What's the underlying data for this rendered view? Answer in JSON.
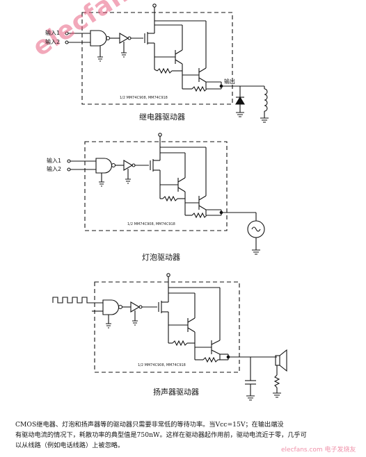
{
  "circuits": [
    {
      "caption": "继电器驱动器",
      "chip_label": "1/2 MM74C908, MM74C918",
      "input1": "输入1",
      "input2": "输入2",
      "output_label": "输出"
    },
    {
      "caption": "灯泡驱动器",
      "chip_label": "1/2 MM74C908, MM74C918",
      "input1": "输入1",
      "input2": "输入2"
    },
    {
      "caption": "扬声器驱动器",
      "chip_label": "1/2 MM74C908, MM74C918"
    }
  ],
  "description": {
    "line1": "CMOS继电器、灯泡和扬声器等的驱动器只需要非常低的等待功率。当Vcc=15V；在输出端没",
    "line2": "有驱动电流的情况下，耗散功率的典型值是750nW。这样在驱动器起作用前，驱动电流近于零，几乎可",
    "line3": "以从线路（例如电话线路）上被忽略。"
  },
  "watermark": {
    "main": "elecfans.com",
    "sub": "elecfans.com 电子发烧友"
  }
}
